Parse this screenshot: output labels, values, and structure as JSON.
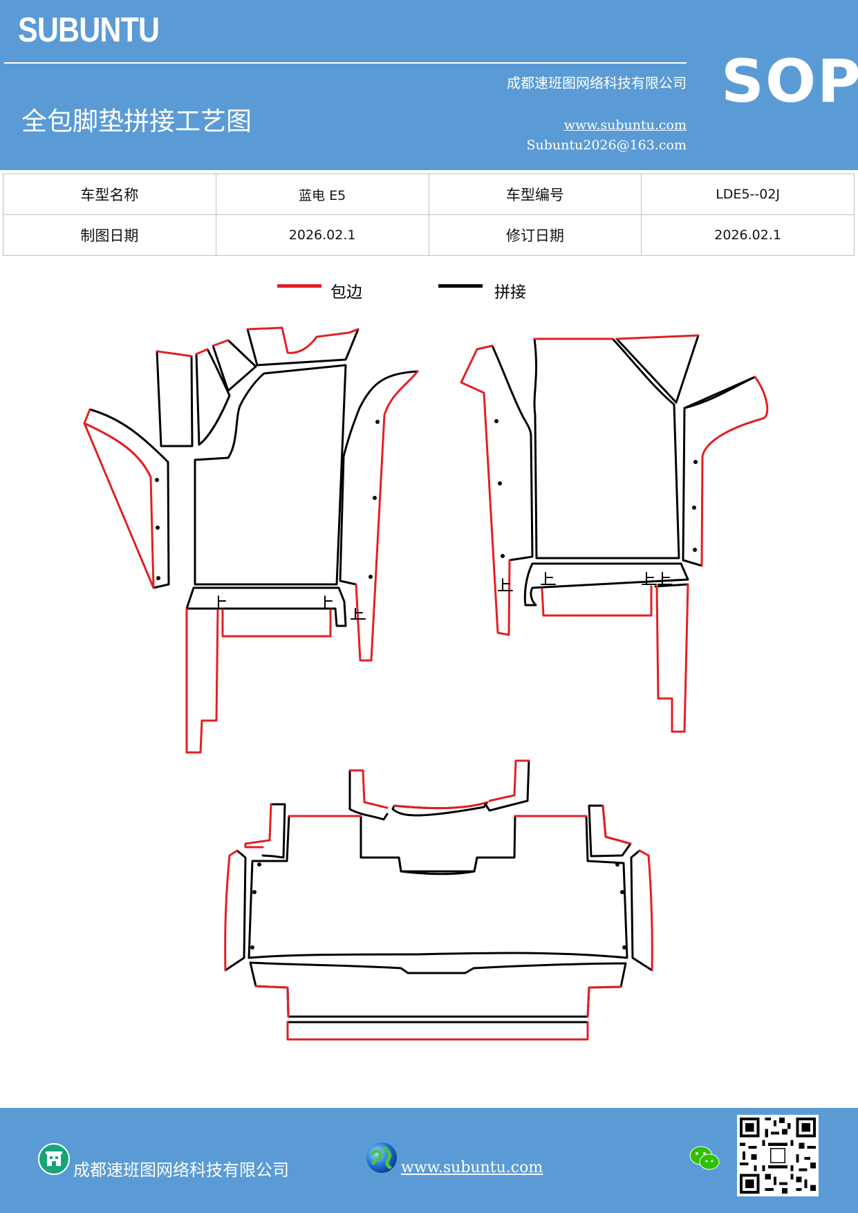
{
  "header": {
    "brand": "SUBUNTU",
    "company": "成都速班图网络科技有限公司",
    "title": "全包脚垫拼接工艺图",
    "website": "www.subuntu.com",
    "email": "Subuntu2026@163.com",
    "badge": "SOP"
  },
  "info": {
    "model_name_label": "车型名称",
    "model_name_value": "蓝电 E5",
    "model_code_label": "车型编号",
    "model_code_value": "LDE5--02J",
    "drawing_date_label": "制图日期",
    "drawing_date_value": "2026.02.1",
    "revision_date_label": "修订日期",
    "revision_date_value": "2026.02.1"
  },
  "legend": {
    "edging_label": "包边",
    "splice_label": "拼接",
    "edging_color": "#e31e24",
    "splice_color": "#000000"
  },
  "footer": {
    "company": "成都速班图网络科技有限公司",
    "website": "www.subuntu.com",
    "icons": [
      "building-icon",
      "globe-icon",
      "wechat-icon",
      "qr-code"
    ]
  }
}
